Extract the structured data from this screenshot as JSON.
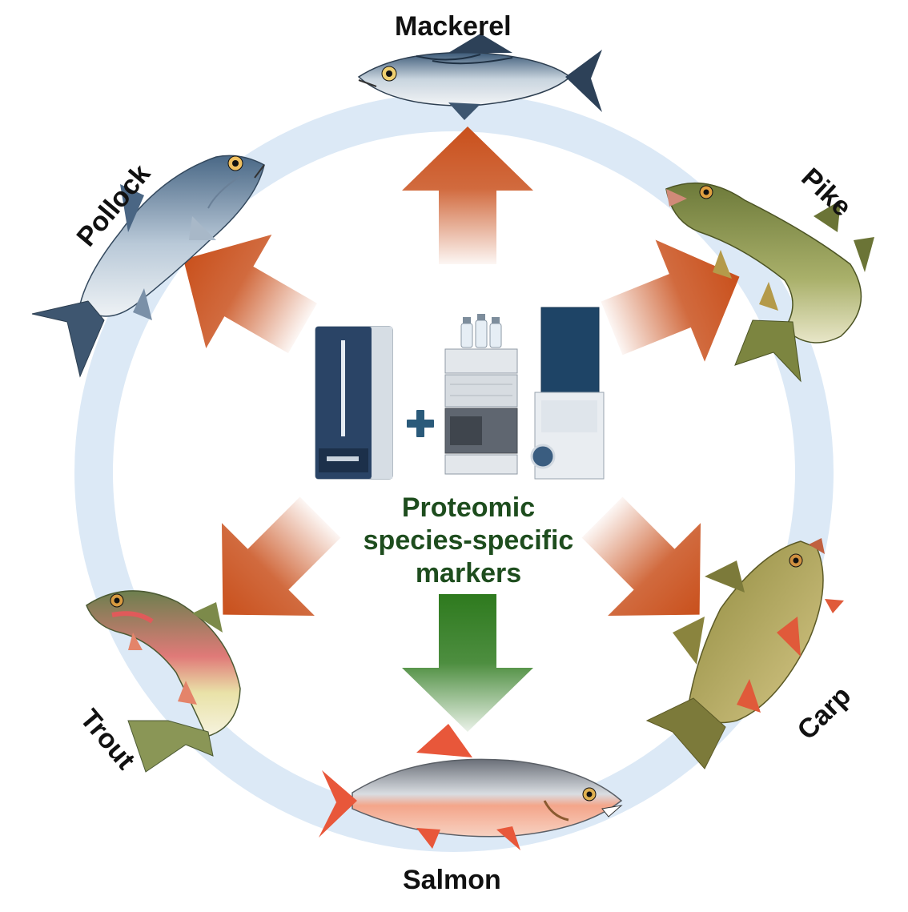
{
  "center": {
    "lines": [
      "Proteomic",
      "species-specific",
      "markers"
    ]
  },
  "fish": {
    "mackerel": "Mackerel",
    "pike": "Pike",
    "carp": "Carp",
    "salmon": "Salmon",
    "trout": "Trout",
    "pollock": "Pollock"
  },
  "colors": {
    "orange_arrow": "#c9501c",
    "green_arrow": "#2e7a1e",
    "ring": "#dce9f6",
    "center_text": "#1e4d1e",
    "instrument_blue": "#2a4466"
  },
  "icons": {
    "plus": "plus-icon",
    "maldi_instrument": "mass-spectrometer-icon",
    "lc_ms_system": "lc-ms-system-icon"
  }
}
